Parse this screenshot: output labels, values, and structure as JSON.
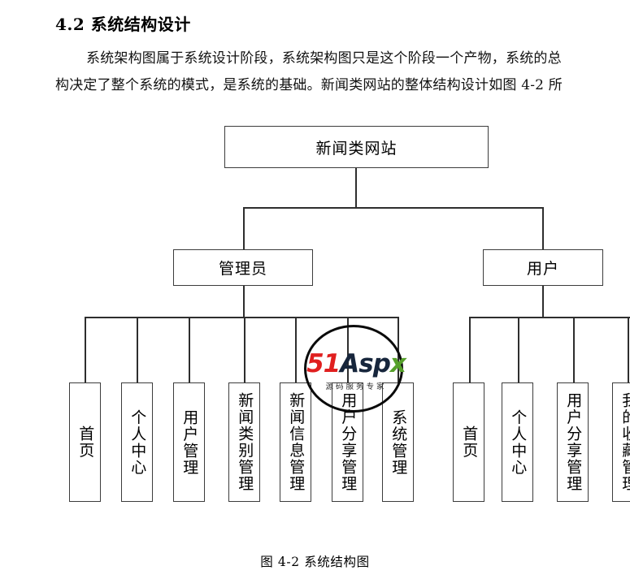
{
  "document": {
    "section_number": "4.2",
    "section_title": "系统结构设计",
    "heading": "4.2  系统结构设计",
    "paragraph_lines": [
      "系统架构图属于系统设计阶段，系统架构图只是这个阶段一个产物，系统的总",
      "构决定了整个系统的模式，是系统的基础。新闻类网站的整体结构设计如图 4-2 所"
    ],
    "figure_caption": "图 4-2  系统结构图"
  },
  "diagram": {
    "root": {
      "label": "新闻类网站"
    },
    "branches": [
      {
        "label": "管理员",
        "leaves": [
          {
            "label": "首页"
          },
          {
            "label": "个人中心"
          },
          {
            "label": "用户管理"
          },
          {
            "label": "新闻类别管理"
          },
          {
            "label": "新闻信息管理"
          },
          {
            "label": "用户分享管理"
          },
          {
            "label": "系统管理"
          }
        ]
      },
      {
        "label": "用户",
        "leaves": [
          {
            "label": "首页"
          },
          {
            "label": "个人中心"
          },
          {
            "label": "用户分享管理"
          },
          {
            "label": "我的收藏管理"
          }
        ]
      }
    ]
  },
  "watermark": {
    "brand_51": "51",
    "brand_asp": "Asp",
    "brand_x": "x",
    "tagline": "源码服务专家",
    "color_red": "#e01f1f",
    "color_navy": "#17263c",
    "color_green": "#56a02a"
  }
}
